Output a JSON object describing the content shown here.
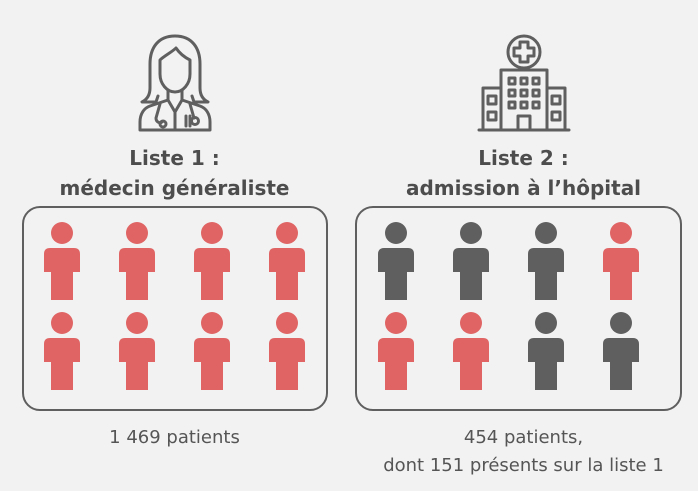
{
  "colors": {
    "selected": "#e06464",
    "other": "#5f5f5f",
    "icon": "#5f5f5f"
  },
  "left": {
    "icon": "doctor-icon",
    "heading_line1": "Liste 1 :",
    "heading_line2": "médecin généraliste",
    "persons": [
      "red",
      "red",
      "red",
      "red",
      "red",
      "red",
      "red",
      "red"
    ],
    "caption_line1": "1 469 patients",
    "caption_line2": ""
  },
  "right": {
    "icon": "hospital-icon",
    "heading_line1": "Liste 2 :",
    "heading_line2": "admission à l’hôpital",
    "persons": [
      "gray",
      "gray",
      "gray",
      "red",
      "red",
      "red",
      "gray",
      "gray"
    ],
    "caption_line1": "454 patients,",
    "caption_line2": "dont 151 présents sur la liste 1"
  }
}
